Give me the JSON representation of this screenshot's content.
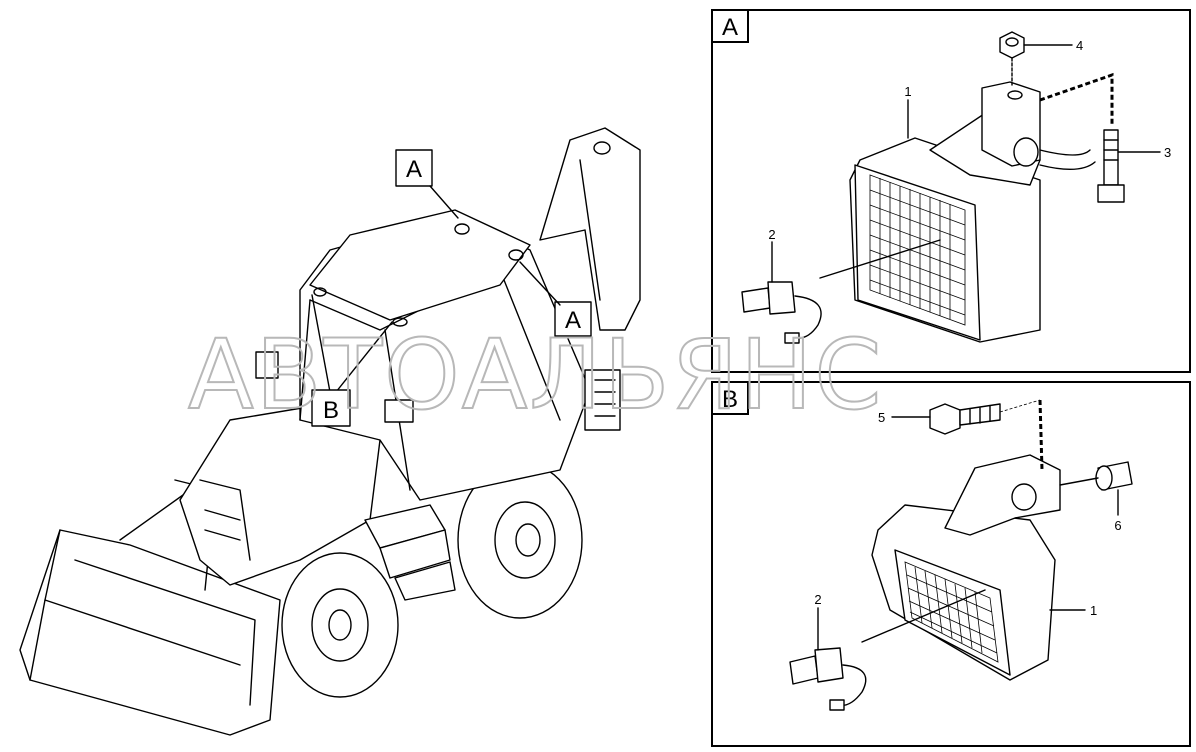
{
  "watermark": "АВТОАЛЬЯНС",
  "overview": {
    "callout_a_top": "A",
    "callout_a_side": "A",
    "callout_b": "B"
  },
  "panel_a": {
    "title": "A",
    "callouts": [
      "1",
      "2",
      "3",
      "4"
    ]
  },
  "panel_b": {
    "title": "B",
    "callouts": [
      "1",
      "2",
      "5",
      "6"
    ]
  }
}
